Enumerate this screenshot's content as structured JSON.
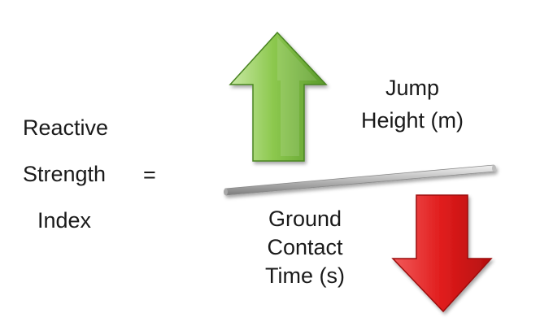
{
  "formula": {
    "lhs_lines": [
      "Reactive",
      "Strength",
      "Index"
    ],
    "equals": "=",
    "numerator_lines": [
      "Jump",
      "Height (m)"
    ],
    "denominator_lines": [
      "Ground",
      "Contact",
      "Time (s)"
    ]
  },
  "colors": {
    "up_arrow": "#7fc241",
    "down_arrow": "#e02424",
    "fraction_bar": "#b5b5b5",
    "text": "#1a1a1a"
  },
  "icons": {
    "up_arrow": "arrow-up-icon",
    "down_arrow": "arrow-down-icon"
  }
}
